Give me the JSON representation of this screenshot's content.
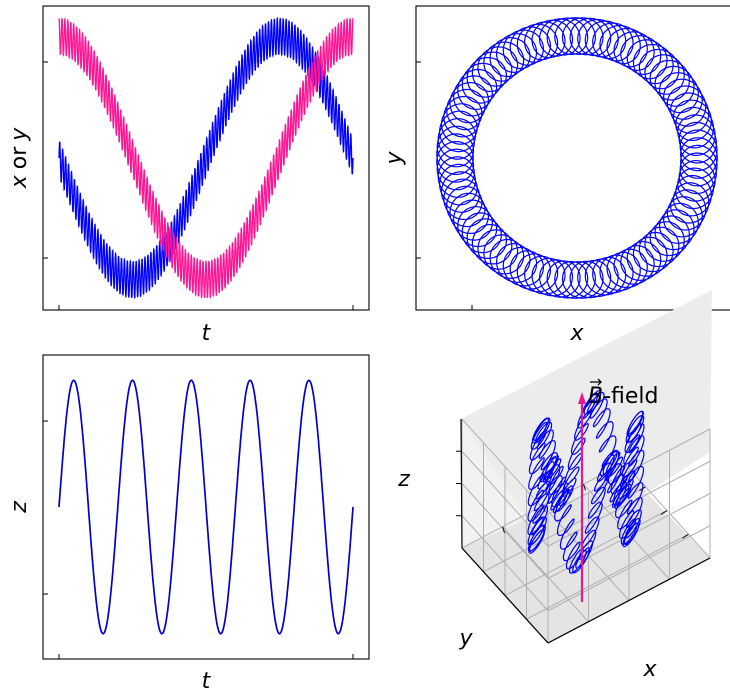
{
  "colors": {
    "series_x": "#0000ff",
    "series_y": "#ff1493",
    "series_z": "#0000cd",
    "arrow": "#e6198c"
  },
  "chart_data": [
    {
      "type": "line",
      "panel": "top-left",
      "xlabel": "t",
      "ylabel_parts": [
        "x",
        "or",
        "y"
      ],
      "xlim": [
        0,
        1
      ],
      "ylim": [
        -1.25,
        1.25
      ],
      "series": [
        {
          "color": "#0000ff",
          "x": [
            0,
            0.125,
            0.25,
            0.375,
            0.5,
            0.625,
            0.75,
            0.875,
            1
          ],
          "y": [
            0.0,
            -0.71,
            -1.0,
            -0.71,
            0.0,
            0.71,
            1.0,
            0.71,
            0.0
          ],
          "ripple_amplitude": 0.15,
          "ripple_cycles": 100
        },
        {
          "color": "#ff1493",
          "x": [
            0,
            0.125,
            0.25,
            0.375,
            0.5,
            0.625,
            0.75,
            0.875,
            1
          ],
          "y": [
            1.0,
            0.71,
            0.0,
            -0.71,
            -1.0,
            -0.71,
            0.0,
            0.71,
            1.0
          ],
          "ripple_amplitude": 0.15,
          "ripple_cycles": 100
        }
      ]
    },
    {
      "type": "line",
      "panel": "top-right",
      "xlabel": "x",
      "ylabel": "y",
      "xlim": [
        -1.4,
        1.4
      ],
      "ylim": [
        -1.4,
        1.4
      ],
      "guiding_radius": 1.0,
      "gyro_radius": 0.15,
      "gyrations": 100,
      "color": "#0000ff"
    },
    {
      "type": "line",
      "panel": "bottom-left",
      "xlabel": "t",
      "ylabel": "z",
      "xlim": [
        0,
        1
      ],
      "ylim": [
        -1.2,
        1.2
      ],
      "periods": 5,
      "amplitude": 1.0,
      "color": "#0000cd"
    },
    {
      "type": "line",
      "panel": "bottom-right",
      "projection": "3d",
      "xlabel": "x",
      "ylabel": "y",
      "zlabel": "z",
      "annotation_arrow": "B",
      "annotation_suffix": "-field",
      "guiding_radius": 1.0,
      "gyro_radius": 0.15,
      "gyrations": 100,
      "z_periods": 5,
      "z_amplitude": 0.35,
      "grid": true,
      "color": "#0000ff"
    }
  ]
}
